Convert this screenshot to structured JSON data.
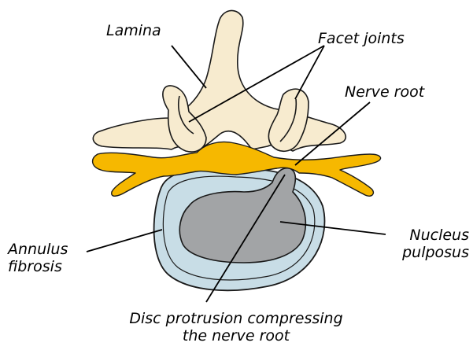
{
  "labels": {
    "lamina": "Lamina",
    "facet_joints": "Facet joints",
    "nerve_root": "Nerve root",
    "nucleus_line1": "Nucleus",
    "nucleus_line2": "pulposus",
    "annulus_line1": "Annulus",
    "annulus_line2": "fibrosis",
    "protrusion_line1": "Disc protrusion compressing",
    "protrusion_line2": "the nerve root"
  },
  "colors": {
    "bone": "#f7ebcf",
    "nerve": "#f6b800",
    "annulus": "#c8dde6",
    "nucleus": "#a2a4a6",
    "outline": "#1a1a1a"
  }
}
